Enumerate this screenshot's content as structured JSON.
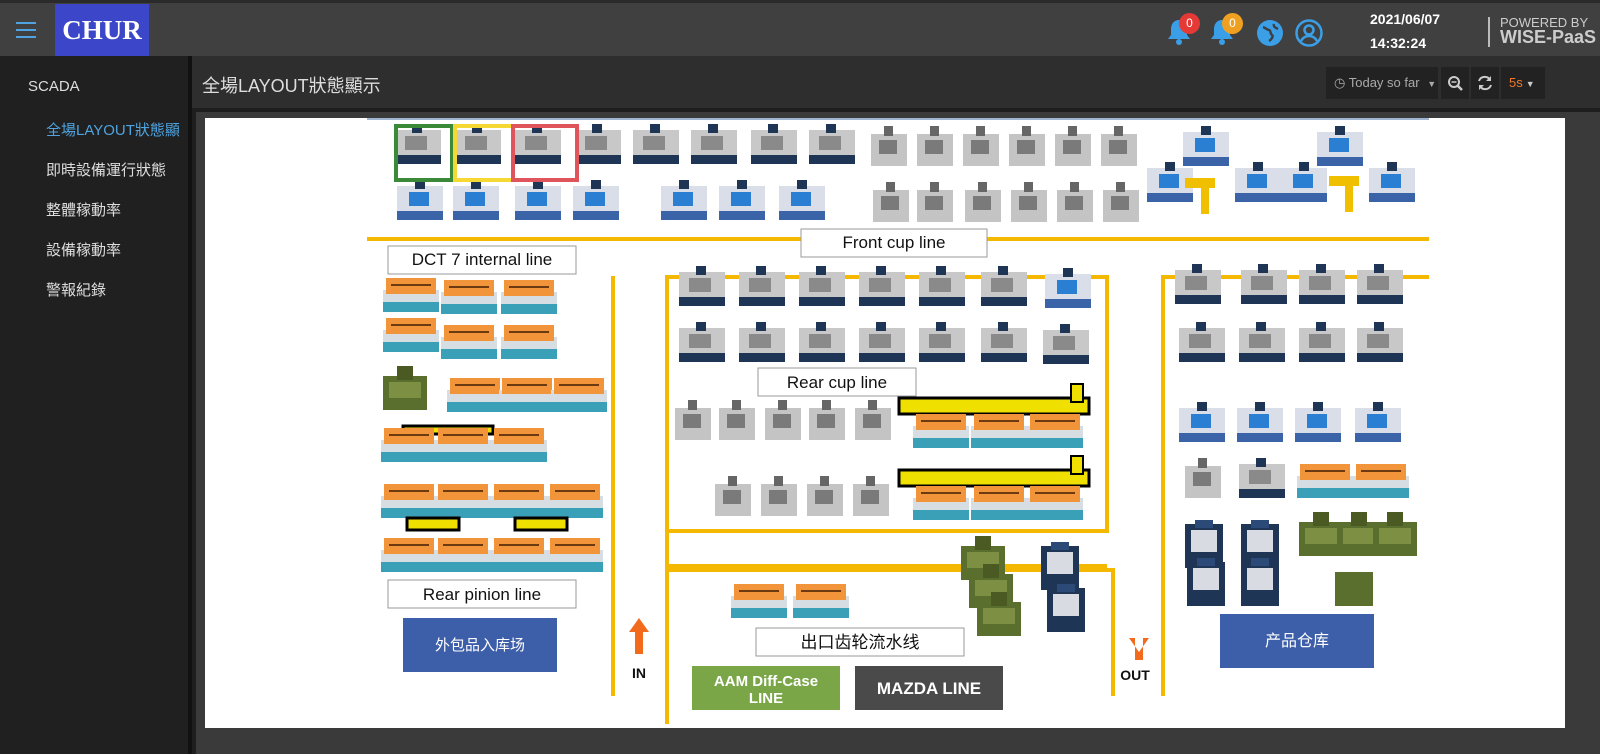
{
  "app": {
    "logo_text": "CHUR"
  },
  "topbar": {
    "notifications": [
      {
        "icon": "bell-icon",
        "count": "0",
        "badge_color": "#e53935"
      },
      {
        "icon": "bell-icon",
        "count": "0",
        "badge_color": "#f0a020"
      }
    ],
    "globe_icon": "globe-icon",
    "user_icon": "user-circle-icon",
    "date": "2021/06/07",
    "time": "14:32:24",
    "powered_by": "POWERED BY",
    "brand": "WISE-PaaS",
    "icon_color": "#3b9fe8"
  },
  "sidebar": {
    "root": "SCADA",
    "items": [
      {
        "label": "全場LAYOUT狀態顯",
        "active": true
      },
      {
        "label": "即時設備運行狀態",
        "active": false
      },
      {
        "label": "整體稼動率",
        "active": false
      },
      {
        "label": "設備稼動率",
        "active": false
      },
      {
        "label": "警報紀錄",
        "active": false
      }
    ]
  },
  "header": {
    "title": "全場LAYOUT狀態顯示",
    "time_range": "Today so far",
    "refresh_interval": "5s",
    "clock_icon": "clock-icon",
    "zoom_icon": "zoom-out-icon",
    "refresh_icon": "refresh-icon"
  },
  "layout": {
    "labels": {
      "front_cup": "Front cup line",
      "dct7": "DCT 7 internal line",
      "rear_cup": "Rear cup line",
      "rear_pinion": "Rear pinion line",
      "outsourced_warehouse": "外包品入库场",
      "product_warehouse": "产品仓库",
      "export_gear_line": "出口齿轮流水线",
      "aam_line_1": "AAM Diff-Case",
      "aam_line_2": "LINE",
      "mazda_line": "MAZDA LINE",
      "in": "IN",
      "out": "OUT"
    },
    "status_highlights": [
      {
        "status": "running",
        "color": "#3a8a3a"
      },
      {
        "status": "idle",
        "color": "#f5d833"
      },
      {
        "status": "alarm",
        "color": "#e0545c"
      }
    ],
    "colors": {
      "conveyor": "#f5b800",
      "warehouse_box": "#3d5ea8",
      "aam_box": "#7aa648",
      "mazda_box": "#4a4a4a",
      "arrow": "#f26b1d"
    }
  }
}
